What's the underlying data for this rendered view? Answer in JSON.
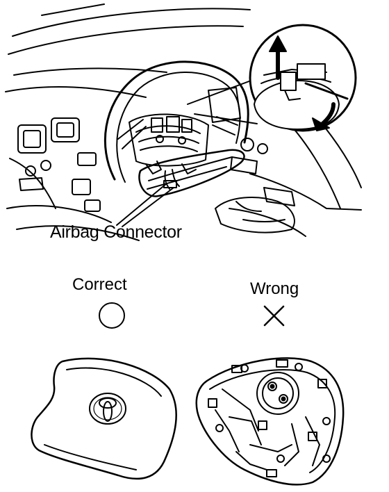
{
  "labels": {
    "connector": "Airbag Connector",
    "correct": "Correct",
    "wrong": "Wrong"
  },
  "icons": {
    "correct_mark": "circle-icon",
    "wrong_mark": "cross-icon",
    "illustration": "steering-wheel-airbag-removal",
    "correct_pad": "airbag-pad-face-down",
    "wrong_pad": "airbag-pad-face-up"
  },
  "colors": {
    "line": "#000000",
    "background": "#ffffff"
  }
}
